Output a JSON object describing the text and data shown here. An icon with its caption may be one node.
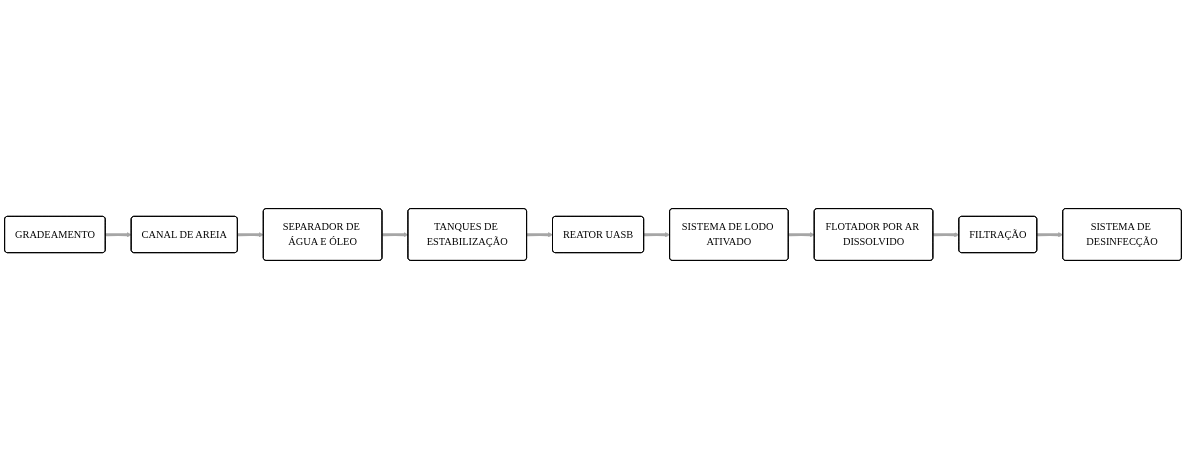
{
  "diagram": {
    "nodes": [
      {
        "text": [
          "GRADEAMENTO"
        ]
      },
      {
        "text": [
          "CANAL DE AREIA"
        ]
      },
      {
        "text": [
          "SEPARADOR DE ÁGUA E ÓLEO"
        ]
      },
      {
        "text": [
          "TANQUES DE ESTABILIZAÇÃO"
        ]
      },
      {
        "text": [
          "REATOR UASB"
        ]
      },
      {
        "text": [
          "SISTEMA DE LODO ATIVADO"
        ]
      },
      {
        "text": [
          "FLOTADOR POR AR DISSOLVIDO"
        ]
      },
      {
        "text": [
          "FILTRAÇÃO"
        ]
      },
      {
        "text": [
          "SISTEMA DE DESINFECÇÃO"
        ]
      }
    ],
    "edges": [
      {
        "from": 0,
        "to": 1,
        "arrow": "to"
      },
      {
        "from": 1,
        "to": 2,
        "arrow": "to"
      },
      {
        "from": 2,
        "to": 3,
        "arrow": "to"
      },
      {
        "from": 3,
        "to": 4,
        "arrow": "to"
      },
      {
        "from": 4,
        "to": 5,
        "arrow": "to"
      },
      {
        "from": 5,
        "to": 6,
        "arrow": "to"
      },
      {
        "from": 6,
        "to": 7,
        "arrow": "to"
      },
      {
        "from": 7,
        "to": 8,
        "arrow": "to"
      }
    ]
  }
}
